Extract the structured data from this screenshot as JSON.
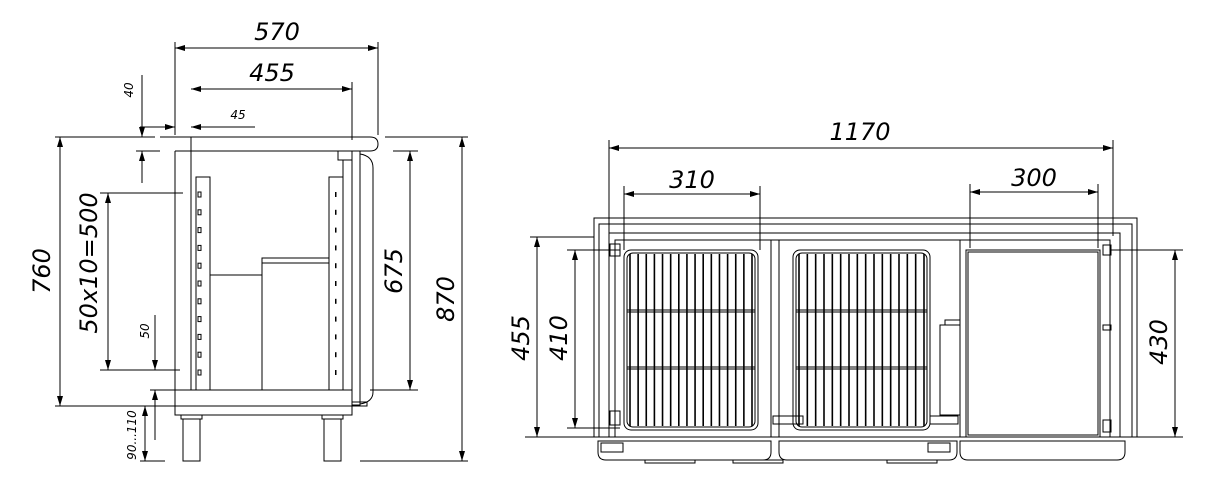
{
  "side_view": {
    "dims": {
      "overall_depth": "570",
      "inner_depth": "455",
      "offset": "45",
      "top_thickness": "40",
      "working_height": "760",
      "rail_spacing": "50x10=500",
      "bottom_gap": "50",
      "leg_height": "90...110",
      "inner_height": "675",
      "overall_height": "870"
    }
  },
  "front_view": {
    "dims": {
      "overall_width": "1170",
      "left_compartment_width": "310",
      "right_compartment_width": "300",
      "outer_height": "455",
      "compartment_height": "410",
      "right_height": "430"
    }
  }
}
